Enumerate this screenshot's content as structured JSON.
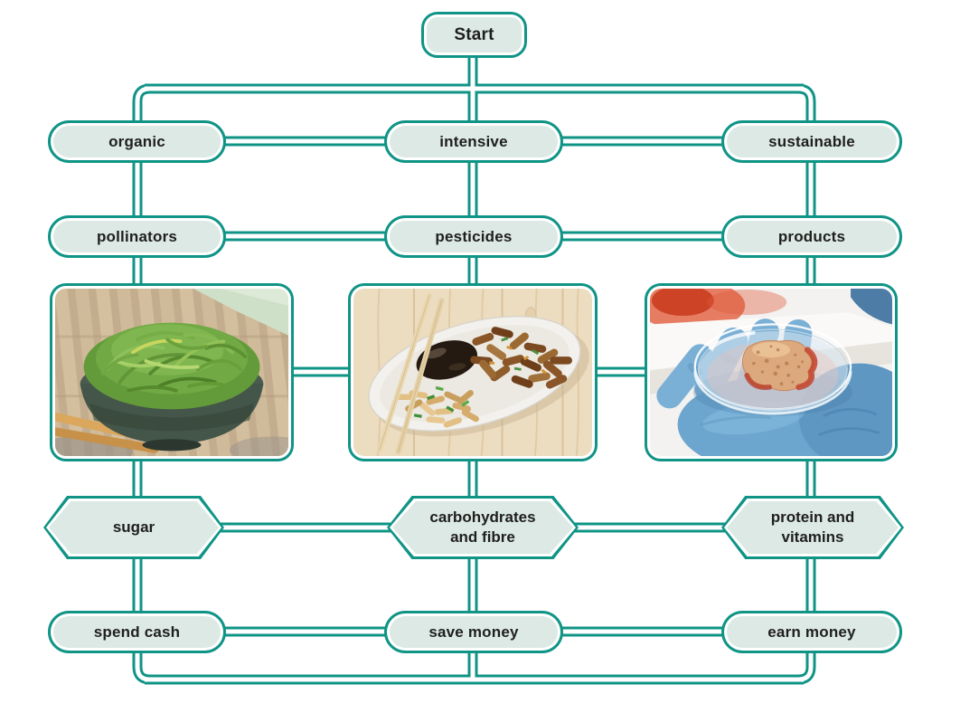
{
  "diagram_title": "food production choices flowchart",
  "palette": {
    "line_teal": "#0f9486",
    "node_fill": "#dce9e5",
    "text": "#1f1f1d",
    "background": "#ffffff"
  },
  "nodes": {
    "start": "Start",
    "organic": "organic",
    "intensive": "intensive",
    "sustainable": "sustainable",
    "pollinators": "pollinators",
    "pesticides": "pesticides",
    "products": "products",
    "sugar": "sugar",
    "carbohydrates": "carbohydrates and fibre",
    "protein": "protein and vitamins",
    "spend_cash": "spend cash",
    "save_money": "save money",
    "earn_money": "earn money"
  },
  "photos": {
    "seaweed": "bowl of green seaweed salad with chopsticks",
    "insects": "plate of fried edible insects and larvae with chopsticks",
    "lab_meat": "gloved hand holding lab-grown meat in a petri dish"
  }
}
